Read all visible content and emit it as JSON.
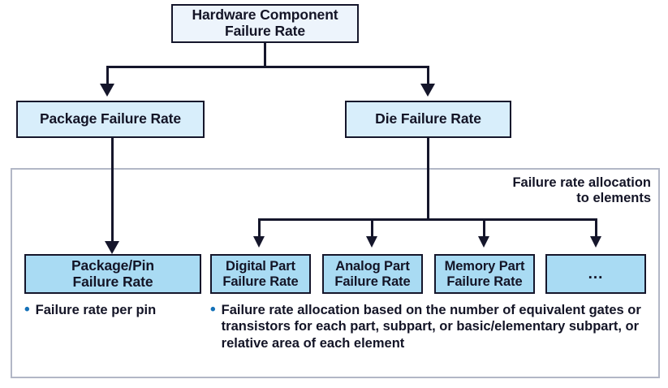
{
  "diagram": {
    "title_node": {
      "label": "Hardware Component\nFailure Rate"
    },
    "level2": [
      {
        "key": "package",
        "label": "Package Failure Rate"
      },
      {
        "key": "die",
        "label": "Die Failure Rate"
      }
    ],
    "group": {
      "label": "Failure rate allocation\nto elements"
    },
    "leaves": [
      {
        "key": "package-pin",
        "label": "Package/Pin\nFailure Rate"
      },
      {
        "key": "digital-part",
        "label": "Digital Part\nFailure Rate"
      },
      {
        "key": "analog-part",
        "label": "Analog Part\nFailure Rate"
      },
      {
        "key": "memory-part",
        "label": "Memory Part\nFailure Rate"
      },
      {
        "key": "more",
        "label": "..."
      }
    ],
    "notes": [
      {
        "key": "package-note",
        "bullet": "•",
        "text": "Failure rate per pin"
      },
      {
        "key": "die-note",
        "bullet": "•",
        "text": "Failure rate allocation based on the number of equivalent gates or transistors for each part, subpart, or basic/elementary subpart, or relative area of each element"
      }
    ],
    "colors": {
      "node_border": "#15162b",
      "node_fill_top": "#edf4fc",
      "node_fill_mid": "#d8eefb",
      "node_fill_leaf": "#a9dbf3",
      "group_border": "#b2b7c6",
      "bullet": "#1471b8",
      "text": "#131426",
      "connector": "#15162b"
    }
  }
}
